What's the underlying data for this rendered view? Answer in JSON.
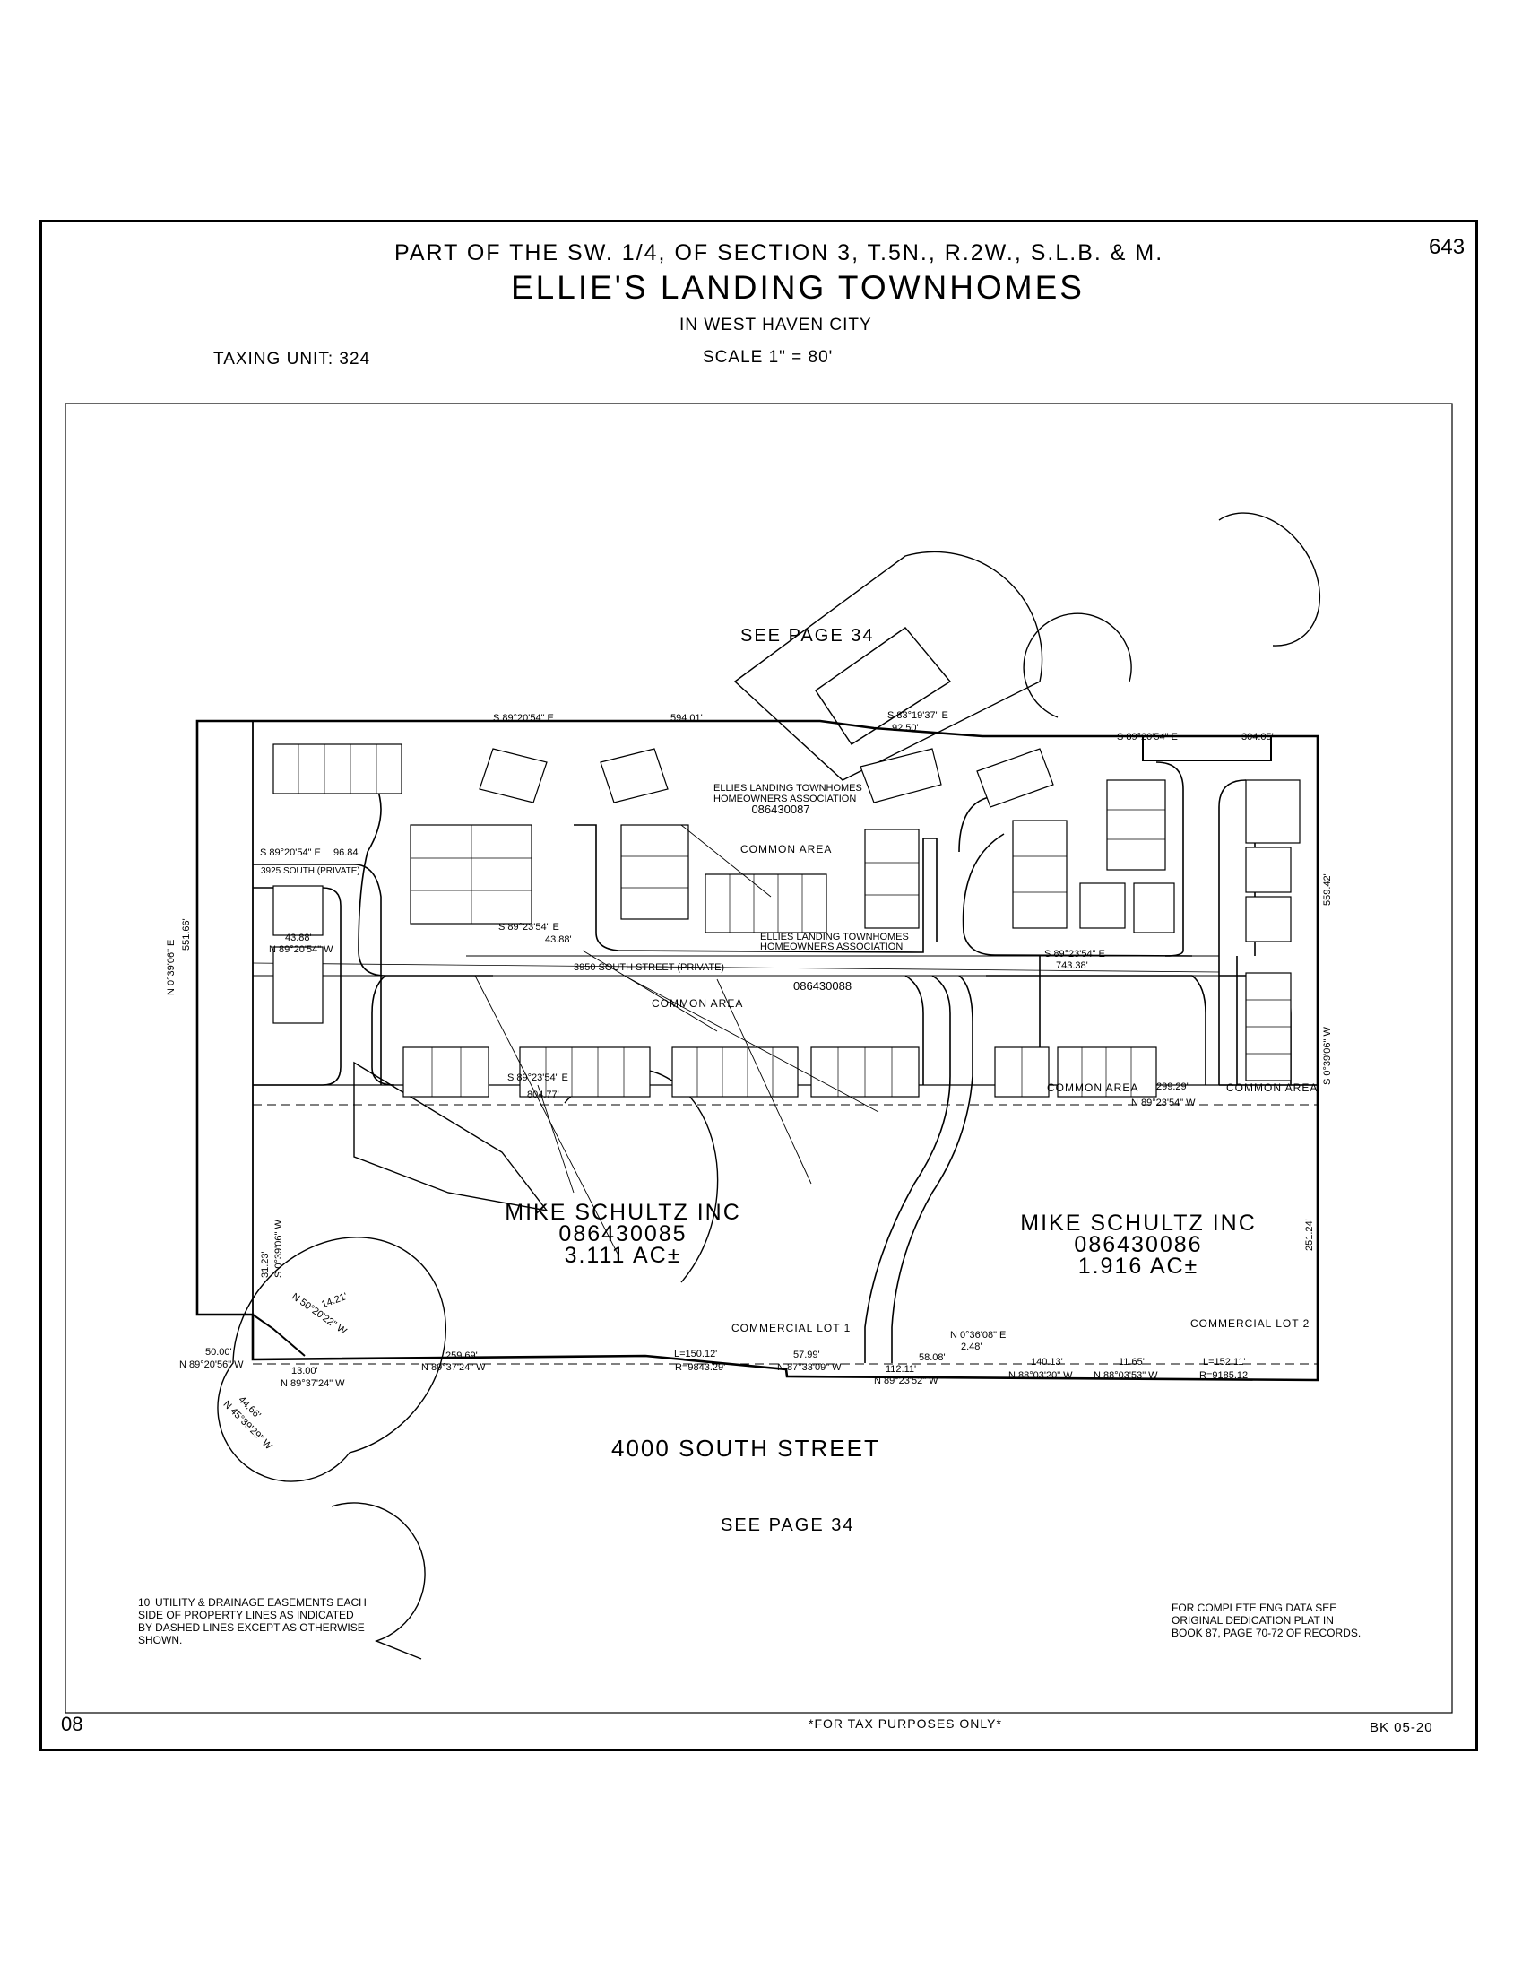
{
  "header": {
    "section": "PART OF THE SW. 1/4, OF SECTION 3, T.5N., R.2W., S.L.B. & M.",
    "title": "ELLIE'S LANDING TOWNHOMES",
    "city": "IN WEST HAVEN CITY",
    "scale": "SCALE 1\" = 80'",
    "taxing_unit": "TAXING UNIT: 324",
    "page_number": "643"
  },
  "footer": {
    "left_code": "08",
    "tax_note": "*FOR TAX PURPOSES ONLY*",
    "book_ref": "BK 05-20"
  },
  "see_page_top": "SEE PAGE 34",
  "see_page_bottom": "SEE PAGE 34",
  "streets": {
    "main": "4000 SOUTH STREET",
    "s3950": "3950 SOUTH STREET (PRIVATE)",
    "s3925": "3925 SOUTH (PRIVATE)"
  },
  "parcels": {
    "lot1": {
      "owner": "MIKE SCHULTZ INC",
      "id": "086430085",
      "area": "3.111 AC±",
      "label": "COMMERCIAL LOT 1"
    },
    "lot2": {
      "owner": "MIKE SCHULTZ INC",
      "id": "086430086",
      "area": "1.916 AC±",
      "label": "COMMERCIAL LOT 2"
    }
  },
  "hoa": {
    "top": {
      "line1": "ELLIES LANDING TOWNHOMES",
      "line2": "HOMEOWNERS ASSOCIATION",
      "id": "086430087"
    },
    "mid": {
      "line1": "ELLIES LANDING TOWNHOMES",
      "line2": "HOMEOWNERS ASSOCIATION",
      "id": "086430088"
    }
  },
  "common_area": {
    "top": "COMMON AREA",
    "mid": "COMMON AREA",
    "lower": "COMMON AREA",
    "right": "COMMON AREA"
  },
  "notes": {
    "easement": "10' UTILITY & DRAINAGE EASEMENTS EACH\nSIDE OF PROPERTY LINES AS INDICATED\nBY DASHED LINES EXCEPT AS OTHERWISE\nSHOWN.",
    "eng_data": "FOR COMPLETE ENG DATA SEE\nORIGINAL DEDICATION PLAT IN\nBOOK 87, PAGE 70-72 OF RECORDS."
  },
  "dimensions": {
    "north_bearing_1": "S 89°20'54\" E",
    "north_dist_1": "594.01'",
    "north_bearing_2": "S 83°19'37\" E",
    "north_dist_2": "92.50'",
    "north_bearing_3": "S 89°20'54\" E",
    "north_dist_3": "304.05'",
    "west_bearing": "N 0°39'06\" E",
    "west_dist": "551.66'",
    "east_bearing": "S 0°39'06\" W",
    "east_dist": "559.42'",
    "east_lot2": "251.24'",
    "mid_bearing_1": "S 89°23'54\" E",
    "mid_dist_1": "804.77'",
    "mid_bearing_2": "S 89°23'54\" E",
    "mid_dist_2": "743.38'",
    "mid_bearing_3": "N 89°23'54\" W",
    "mid_dist_3": "299.29'",
    "bl_dist_1": "50.00'",
    "bl_bearing_1": "N 89°20'56\" W",
    "bl_dist_2": "259.69'",
    "bl_bearing_2": "N 89°37'24\" W",
    "bl_curve_l": "L=150.12'",
    "bl_curve_r": "R=9843.29'",
    "bl_dist_3": "57.99'",
    "bl_bearing_3": "N 87°33'09\" W",
    "bl_dist_4": "112.11'",
    "bl_bearing_4": "N 89°23'52\" W",
    "bl_dist_5": "58.08'",
    "bl_bearing_5": "N 0°36'08\" E",
    "bl_dist_6": "2.48'",
    "bl_dist_7": "140.13'",
    "bl_bearing_7": "N 88°03'20\" W",
    "bl_dist_8": "11.65'",
    "bl_bearing_8": "N 88°03'53\" W",
    "bl_curve_l2": "L=152.11'",
    "bl_curve_r2": "R=9185.12",
    "sw_dist_1": "13.00'",
    "sw_bearing_1": "N 89°37'24\" W",
    "sw_dist_2": "44.66'",
    "sw_bearing_2": "N 45°39'29\" W",
    "sw_dist_3": "14.21'",
    "sw_bearing_3": "N 50°20'22\" W",
    "sw_dist_4": "31.23'",
    "sw_bearing_4": "S 0°39'06\" W",
    "nw_bearing": "S 89°20'54\" E",
    "nw_dist": "96.84'",
    "nw_dist_2": "43.88'",
    "nw_bearing_3": "N 89°20'54\" W",
    "nw_dist_3": "43.88'",
    "nw_bearing_4": "S 89°23'54\" E"
  }
}
